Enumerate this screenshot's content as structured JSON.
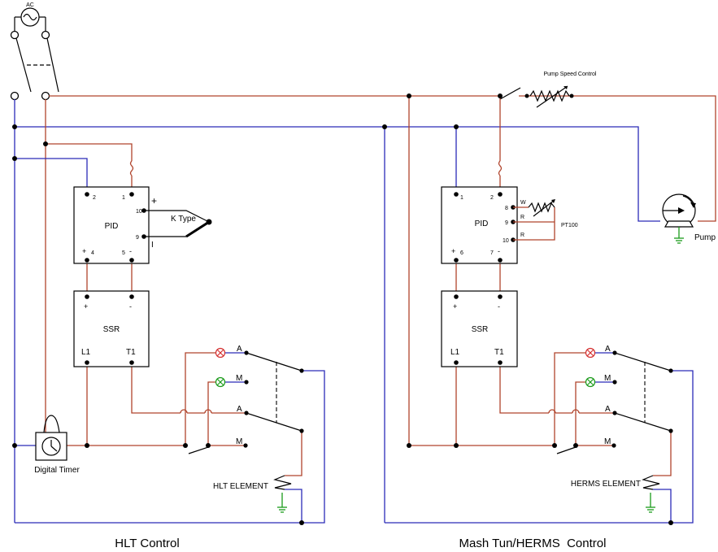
{
  "source": {
    "label": "AC"
  },
  "pump_speed_control": {
    "label": "Pump Speed Control"
  },
  "pump": {
    "label": "Pump"
  },
  "hlt": {
    "caption": "HLT Control",
    "pid": {
      "label": "PID",
      "pins": {
        "p2": "2",
        "p1": "1",
        "p10": "10",
        "p9": "9",
        "p4": "4",
        "p5": "5",
        "plus": "+",
        "minus": "-",
        "tc_plus": "+",
        "tc_minus": "I"
      }
    },
    "thermocouple": {
      "label": "K Type"
    },
    "ssr": {
      "label": "SSR",
      "plus": "+",
      "minus": "-",
      "l1": "L1",
      "t1": "T1"
    },
    "switch_labels": {
      "a1": "A",
      "m1": "M",
      "a2": "A",
      "m2": "M"
    },
    "timer": {
      "label": "Digital Timer"
    },
    "element": {
      "label": "HLT ELEMENT"
    }
  },
  "mash": {
    "caption": "Mash Tun/HERMS  Control",
    "pid": {
      "label": "PID",
      "pins": {
        "p1": "1",
        "p2": "2",
        "p8": "8",
        "p9": "9",
        "p10": "10",
        "p6": "6",
        "p7": "7",
        "plus": "+",
        "minus": "-",
        "w": "W",
        "r1": "R",
        "r2": "R"
      }
    },
    "rtd": {
      "label": "PT100"
    },
    "ssr": {
      "label": "SSR",
      "plus": "+",
      "minus": "-",
      "l1": "L1",
      "t1": "T1"
    },
    "switch_labels": {
      "a1": "A",
      "m1": "M",
      "a2": "A",
      "m2": "M"
    },
    "element": {
      "label": "HERMS ELEMENT"
    }
  }
}
